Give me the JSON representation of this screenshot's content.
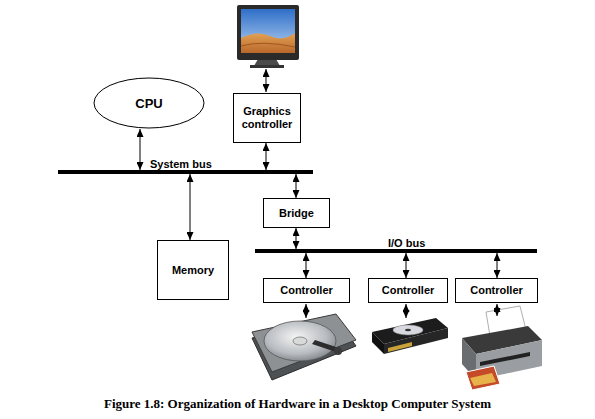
{
  "diagram": {
    "caption": "Figure 1.8: Organization of Hardware in a Desktop Computer System",
    "nodes": [
      {
        "text": [
          "CPU"
        ]
      },
      {
        "text": [
          "Graphics controller"
        ]
      },
      {
        "text": [
          "System bus"
        ]
      },
      {
        "text": [
          "Bridge"
        ]
      },
      {
        "text": [
          "Memory"
        ]
      },
      {
        "text": [
          "I/O bus"
        ]
      },
      {
        "text": [
          "Controller"
        ]
      },
      {
        "text": [
          "Controller"
        ]
      },
      {
        "text": [
          "Controller"
        ]
      }
    ],
    "edges": [
      {
        "from": 0,
        "to": 2,
        "arrow": "both"
      },
      {
        "from": 1,
        "to": 2,
        "arrow": "both"
      },
      {
        "from": 2,
        "to": 4,
        "arrow": "both"
      },
      {
        "from": 2,
        "to": 3,
        "arrow": "both"
      },
      {
        "from": 3,
        "to": 5,
        "arrow": "both"
      },
      {
        "from": 5,
        "to": 6,
        "arrow": "both"
      },
      {
        "from": 5,
        "to": 7,
        "arrow": "both"
      },
      {
        "from": 5,
        "to": 8,
        "arrow": "both"
      }
    ]
  }
}
